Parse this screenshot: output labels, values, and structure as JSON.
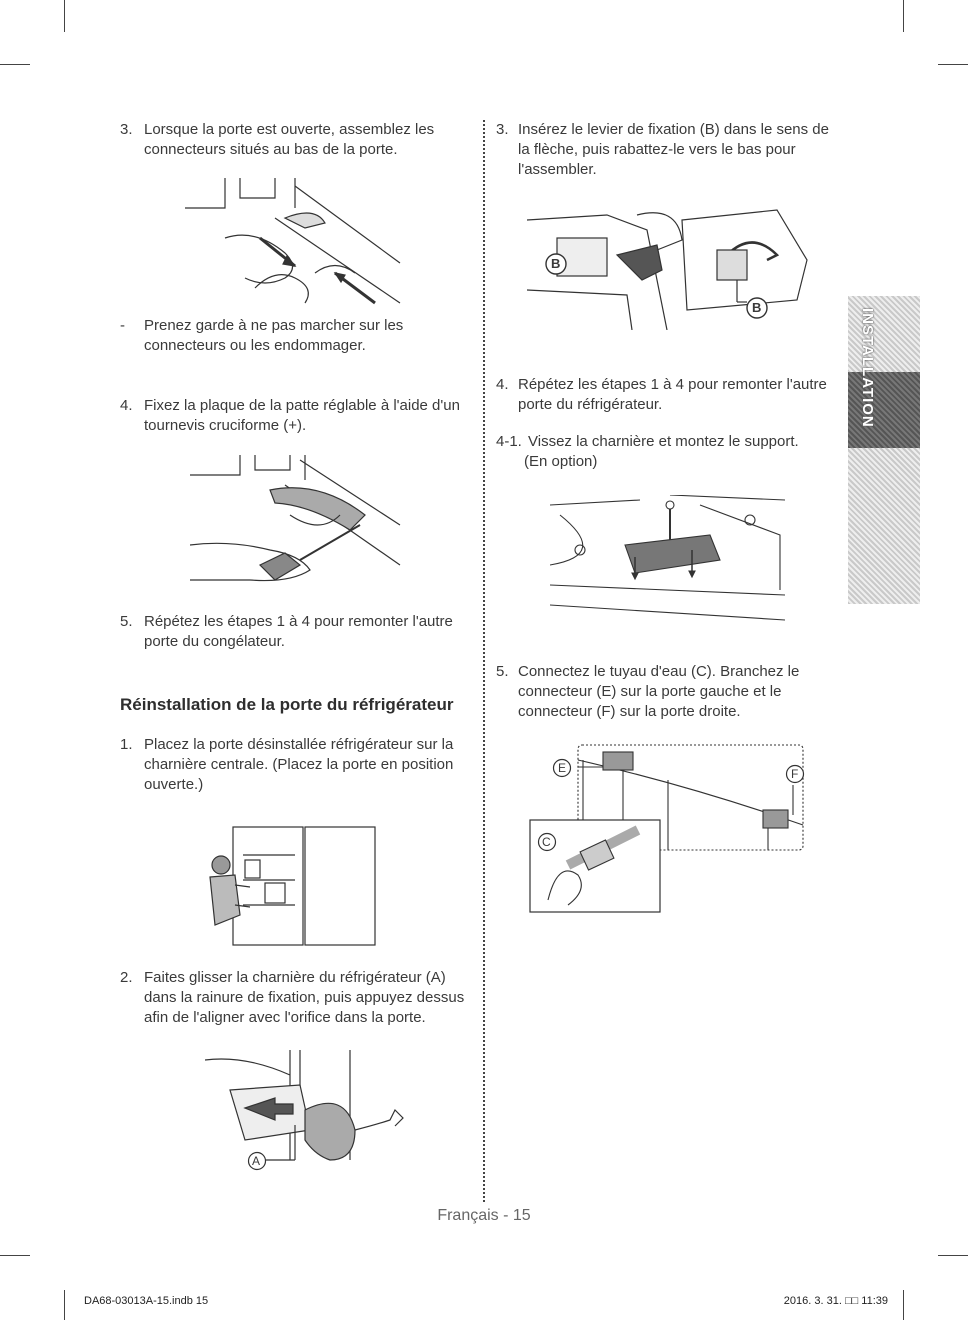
{
  "left": {
    "step3": {
      "num": "3.",
      "text": "Lorsque la porte est ouverte, assemblez les connecteurs situés au bas de la porte."
    },
    "note": {
      "num": "-",
      "text": "Prenez garde à ne pas marcher sur les connecteurs ou les endommager."
    },
    "step4": {
      "num": "4.",
      "text": "Fixez la plaque de la patte réglable à l'aide d'un tournevis cruciforme (+)."
    },
    "step5": {
      "num": "5.",
      "text": "Répétez les étapes 1 à 4 pour remonter l'autre porte du congélateur."
    },
    "heading": "Réinstallation de la porte du réfrigérateur",
    "r_step1": {
      "num": "1.",
      "text": "Placez la porte désinstallée réfrigérateur sur la charnière centrale. (Placez la porte en position ouverte.)"
    },
    "r_step2": {
      "num": "2.",
      "text": "Faites glisser la charnière du réfrigérateur (A) dans la rainure de fixation, puis appuyez dessus afin de l'aligner avec l'orifice dans la porte."
    }
  },
  "right": {
    "step3": {
      "num": "3.",
      "text": "Insérez le levier de fixation (B) dans le sens de la flèche, puis rabattez-le vers le bas pour l'assembler."
    },
    "step4": {
      "num": "4.",
      "text": "Répétez les étapes 1 à 4 pour remonter l'autre porte du réfrigérateur."
    },
    "step4_1": {
      "num": "4-1.",
      "text": "Vissez la charnière et montez le support.",
      "sub": "(En option)"
    },
    "step5": {
      "num": "5.",
      "text": "Connectez le tuyau d'eau (C). Branchez le connecteur (E) sur la porte gauche et le connecteur (F) sur la porte droite."
    }
  },
  "labels": {
    "A": "A",
    "B": "B",
    "C": "C",
    "E": "E",
    "F": "F"
  },
  "side_tab": "INSTALLATION",
  "footer": {
    "page": "Français - 15",
    "file": "DA68-03013A-15.indb   15",
    "date": "2016. 3. 31.   □□ 11:39"
  }
}
